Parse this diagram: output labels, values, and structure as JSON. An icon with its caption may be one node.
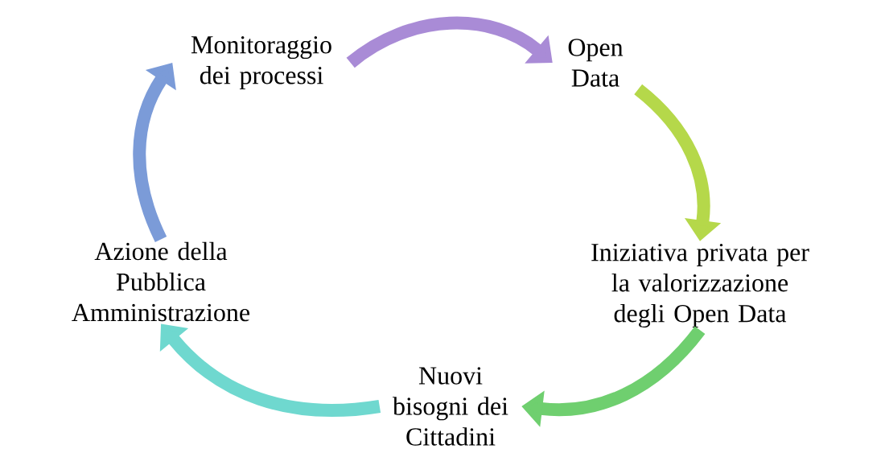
{
  "diagram": {
    "nodes": [
      {
        "text": [
          "Monitoraggio dei processi"
        ]
      },
      {
        "text": [
          "Open Data"
        ]
      },
      {
        "text": [
          "Iniziativa privata per la valorizzazione degli Open Data"
        ]
      },
      {
        "text": [
          "Nuovi bisogni dei Cittadini"
        ]
      },
      {
        "text": [
          "Azione della Pubblica Amministrazione"
        ]
      }
    ],
    "edges": [
      {
        "from": 0,
        "to": 1,
        "arrow": "to",
        "color": "#a98bd6"
      },
      {
        "from": 1,
        "to": 2,
        "arrow": "to",
        "color": "#b5d84a"
      },
      {
        "from": 2,
        "to": 3,
        "arrow": "to",
        "color": "#6fcf6f"
      },
      {
        "from": 3,
        "to": 4,
        "arrow": "to",
        "color": "#6fd8cf"
      },
      {
        "from": 4,
        "to": 0,
        "arrow": "to",
        "color": "#7b9bd8"
      }
    ]
  }
}
